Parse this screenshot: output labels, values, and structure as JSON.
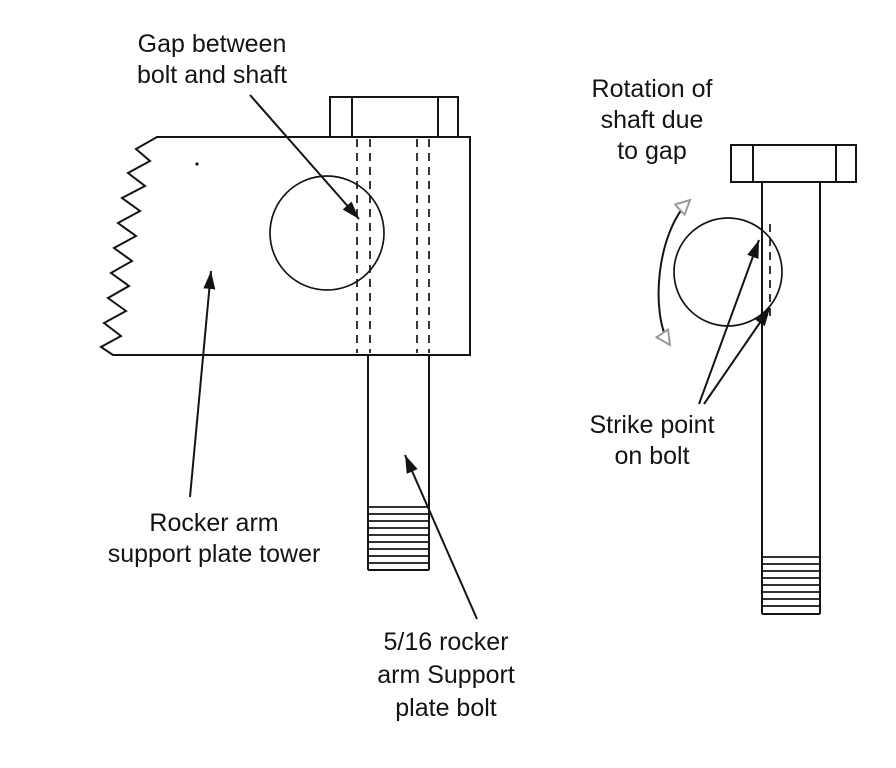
{
  "figure": {
    "background": "#ffffff",
    "line_color": "#141414",
    "rotation_arrowhead_color": "#9b9b9b"
  },
  "labels": {
    "gap": {
      "lines": [
        "Gap between",
        "bolt and shaft"
      ]
    },
    "rotation": {
      "lines": [
        "Rotation of",
        "shaft due",
        "to gap"
      ]
    },
    "strike": {
      "lines": [
        "Strike point",
        "on bolt"
      ]
    },
    "tower": {
      "lines": [
        "Rocker arm",
        "support plate tower"
      ]
    },
    "support_bolt": {
      "lines": [
        "5/16 rocker",
        "arm Support",
        "plate bolt"
      ]
    }
  }
}
